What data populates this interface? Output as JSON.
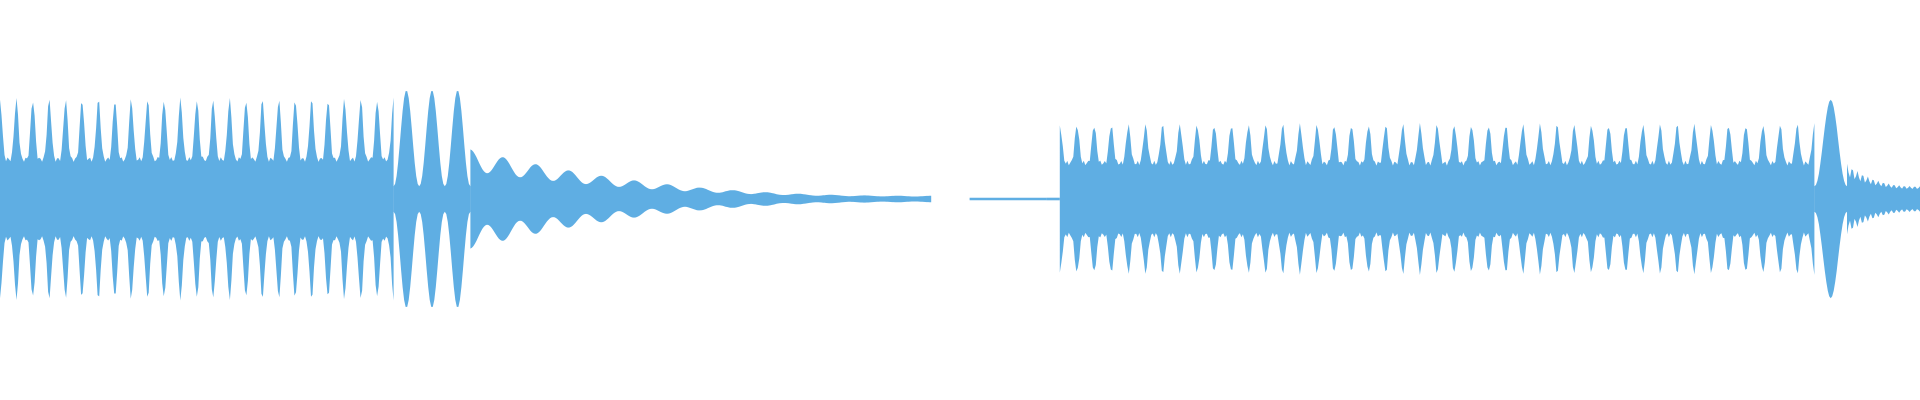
{
  "waveform": {
    "color": "#5faee3",
    "background": "#ffffff",
    "segments": [
      {
        "name": "burst-1",
        "pattern": "ripple",
        "start": 0.0,
        "end": 0.205,
        "ripple_count": 24,
        "base_amplitude": 0.38,
        "ripple_depth": 0.35,
        "peak_amplitude": 0.62
      },
      {
        "name": "burst-1-swell",
        "pattern": "swell",
        "start": 0.205,
        "end": 0.245,
        "pulse_count": 3,
        "peak_amplitude": 0.68
      },
      {
        "name": "burst-1-decay",
        "pattern": "decay",
        "start": 0.245,
        "end": 0.485,
        "from_amplitude": 0.3,
        "to_amplitude": 0.01
      },
      {
        "name": "silence-trace-1",
        "pattern": "dash",
        "start": 0.505,
        "end": 0.545,
        "amplitude": 0.008
      },
      {
        "name": "silence-trace-2",
        "pattern": "dash",
        "start": 0.545,
        "end": 0.552,
        "amplitude": 0.008
      },
      {
        "name": "burst-2",
        "pattern": "ripple",
        "start": 0.552,
        "end": 0.945,
        "ripple_count": 44,
        "base_amplitude": 0.32,
        "ripple_depth": 0.3,
        "peak_amplitude": 0.46
      },
      {
        "name": "burst-2-swell",
        "pattern": "swell",
        "start": 0.945,
        "end": 0.962,
        "pulse_count": 1,
        "peak_amplitude": 0.62
      },
      {
        "name": "burst-2-decay",
        "pattern": "decay",
        "start": 0.962,
        "end": 1.0,
        "from_amplitude": 0.18,
        "to_amplitude": 0.04
      }
    ]
  }
}
